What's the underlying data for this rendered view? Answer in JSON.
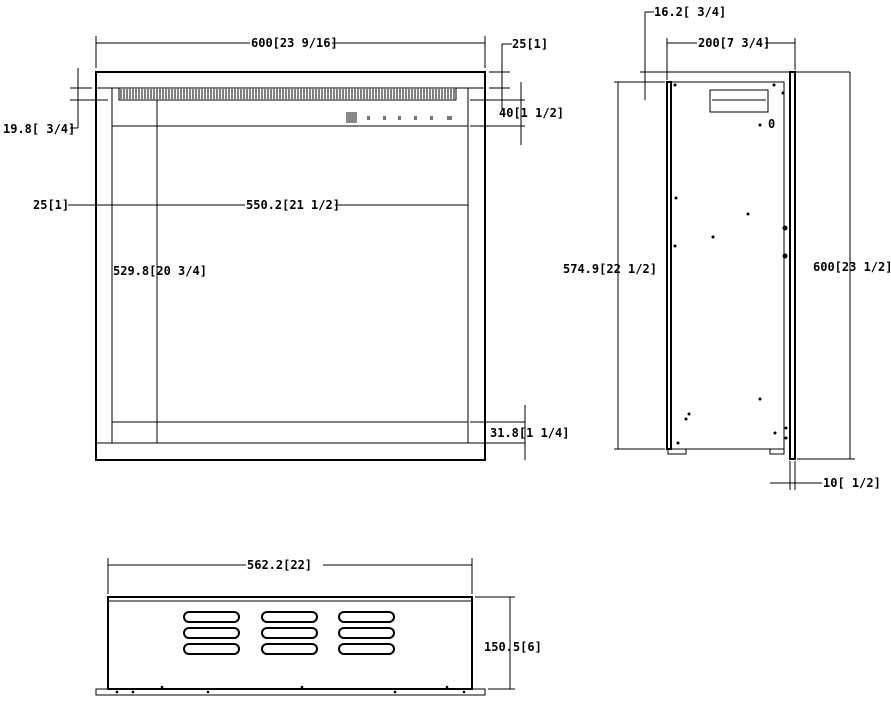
{
  "front_view": {
    "overall_width": "600[23 9/16]",
    "top_trim": "25[1]",
    "vent_height": "19.8[ 3/4]",
    "control_band": "40[1 1/2]",
    "side_trim": "25[1]",
    "inner_width": "550.2[21 1/2]",
    "inner_height": "529.8[20 3/4]",
    "bottom_trim": "31.8[1 1/4]"
  },
  "side_view": {
    "flange_offset": "16.2[ 3/4]",
    "depth": "200[7 3/4]",
    "body_height": "574.9[22 1/2]",
    "overall_height": "600[23 1/2]",
    "flange_thickness": "10[ 1/2]"
  },
  "top_view": {
    "width": "562.2[22]",
    "depth": "150.5[6]"
  }
}
